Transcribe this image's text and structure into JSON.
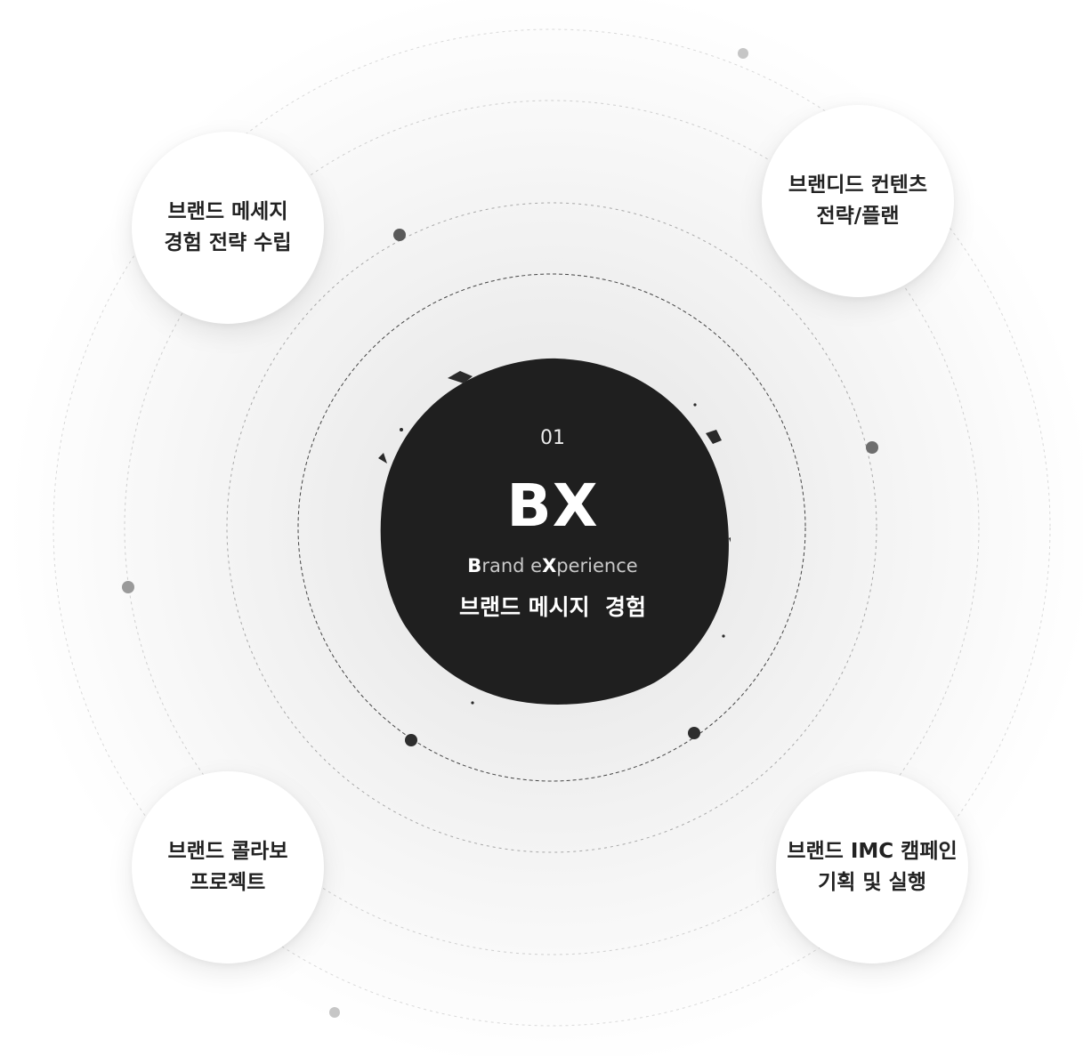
{
  "center": {
    "number": "01",
    "title": "BX",
    "subtitle_parts": [
      {
        "text": "B",
        "emphasis": true
      },
      {
        "text": "rand e",
        "emphasis": false
      },
      {
        "text": "X",
        "emphasis": true
      },
      {
        "text": "perience",
        "emphasis": false
      }
    ],
    "description": "브랜드 메시지  경험"
  },
  "nodes": [
    {
      "id": "top-left",
      "lines": [
        "브랜드 메세지",
        "경험 전략 수립"
      ]
    },
    {
      "id": "top-right",
      "lines": [
        "브랜디드 컨텐츠",
        "전략/플랜"
      ]
    },
    {
      "id": "bottom-left",
      "lines": [
        "브랜드 콜라보",
        "프로젝트"
      ]
    },
    {
      "id": "bottom-right",
      "lines": [
        "브랜드 IMC 캠페인",
        "기획 및 실행"
      ]
    }
  ],
  "colors": {
    "disc": "#1f1f1f",
    "ring_inner": "#4a4a4a",
    "ring_outer": "#c8c8c8",
    "dot_dark": "#333333",
    "dot_mid": "#7a7a7a",
    "dot_light": "#c6c6c6"
  }
}
